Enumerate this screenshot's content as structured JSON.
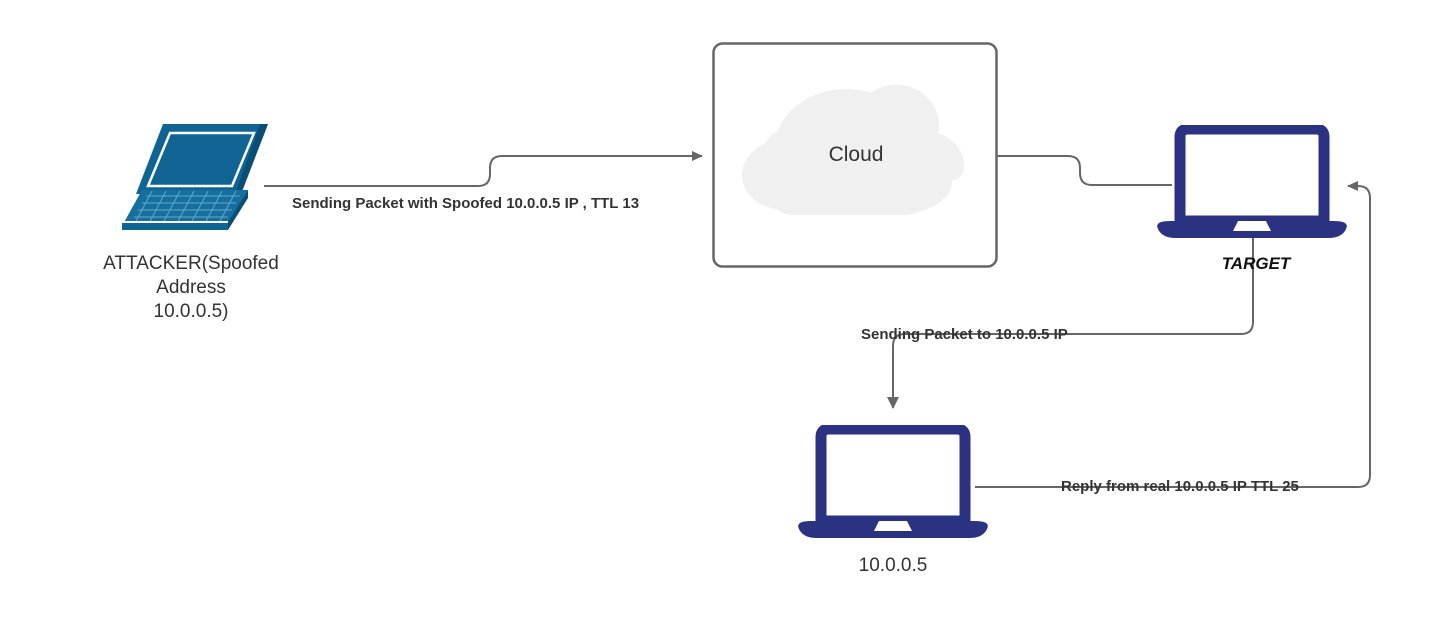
{
  "diagram": {
    "title": "IP Spoofing / TTL Reflection Network Diagram",
    "background": "#ffffff",
    "colors": {
      "attacker_device": "#0F6493",
      "attacker_device_dark": "#0B4E74",
      "target_device": "#2B3282",
      "victim_device": "#2B3282",
      "cloud_fill": "#F0F0F0",
      "box_border": "#666666",
      "wire": "#666666",
      "text": "#333333"
    }
  },
  "nodes": {
    "attacker": {
      "icon": "laptop-isometric-icon",
      "label": "ATTACKER(Spoofed\nAddress\n10.0.0.5)"
    },
    "cloud": {
      "icon": "cloud-icon",
      "label": "Cloud"
    },
    "target": {
      "icon": "laptop-icon",
      "label": "TARGET"
    },
    "victim": {
      "icon": "laptop-icon",
      "label": "10.0.0.5"
    }
  },
  "edges": {
    "attacker_to_cloud": {
      "label": "Sending Packet with Spoofed 10.0.0.5 IP , TTL 13",
      "arrow": "arrow-right-icon"
    },
    "cloud_to_target": {
      "label": "",
      "arrow": "none"
    },
    "target_to_victim": {
      "label": "Sending Packet to 10.0.0.5 IP",
      "arrow": "arrow-down-icon"
    },
    "victim_to_target": {
      "label": "Reply from real 10.0.0.5 IP TTL 25",
      "arrow": "arrow-left-icon"
    }
  }
}
